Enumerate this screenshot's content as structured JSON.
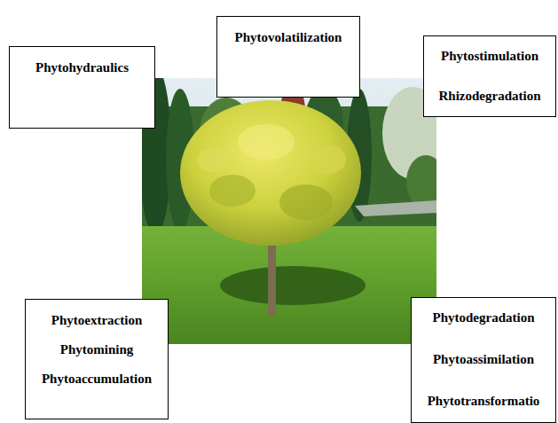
{
  "diagram": {
    "nodes": [
      {
        "text": [
          "Phytohydraulics"
        ]
      },
      {
        "text": [
          "Phytovolatilization"
        ]
      },
      {
        "text": [
          "Phytostimulation",
          "Rhizodegradation"
        ]
      },
      {
        "text": [
          "Phytoextraction",
          "Phytomining",
          "Phytoaccumulation"
        ]
      },
      {
        "text": [
          "Phytodegradation",
          "Phytoassimilation",
          "Phytotransformatio"
        ]
      }
    ]
  }
}
